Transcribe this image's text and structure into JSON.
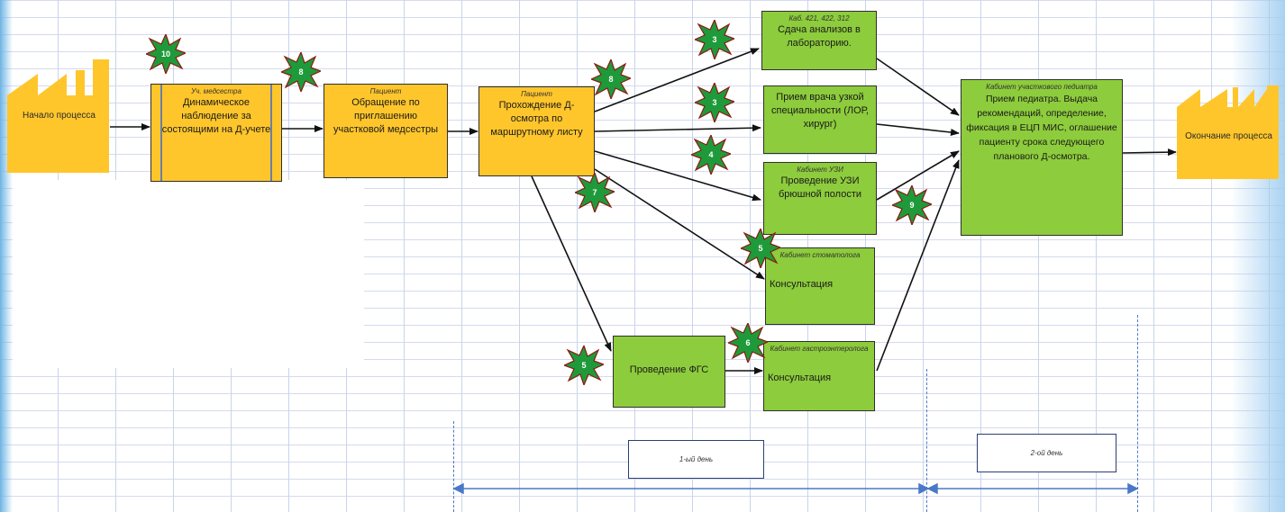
{
  "start": {
    "label": "Начало процесса"
  },
  "end": {
    "label": "Окончание процесса"
  },
  "boxes": {
    "nurse": {
      "sub": "Уч. медсестра",
      "body": "Динамическое наблюдение за состоящими на Д-учете"
    },
    "patient_appeal": {
      "sub": "Пациент",
      "body": "Обращение по приглашению участковой медсестры"
    },
    "patient_route": {
      "sub": "Пациент",
      "body": "Прохождение Д-осмотра по маршрутному листу"
    },
    "lab": {
      "sub": "Каб. 421, 422, 312",
      "body": "Сдача анализов в лабораторию."
    },
    "specialist": {
      "sub": "",
      "body": "Прием врача узкой специальности (ЛОР, хирург)"
    },
    "uzi": {
      "sub": "Кабинет УЗИ",
      "body": "Проведение УЗИ брюшной полости"
    },
    "dentist": {
      "sub": "Кабинет стоматолога",
      "body": "Консультация"
    },
    "fgs": {
      "sub": "",
      "body": "Проведение ФГС"
    },
    "gastro": {
      "sub": "Кабинет гастроэнтеролога",
      "body": "Консультация"
    },
    "pediatrician": {
      "sub": "Кабинет участкового педиатра",
      "body": "Прием педиатра. Выдача рекомендаций, определение, фиксация в ЕЦП МИС, оглашение пациенту срока следующего планового Д-осмотра."
    }
  },
  "bursts": {
    "b10": "10",
    "b8a": "8",
    "b8b": "8",
    "b3a": "3",
    "b3b": "3",
    "b4": "4",
    "b7": "7",
    "b5a": "5",
    "b5b": "5",
    "b6": "6",
    "b9": "9"
  },
  "days": {
    "day1": "1-ый день",
    "day2": "2-ой день"
  },
  "colors": {
    "yellow": "#ffc62b",
    "green": "#8dcc3c",
    "burst": "#1f9a3a",
    "arrow": "#111111",
    "timeline": "#4a78c8"
  }
}
